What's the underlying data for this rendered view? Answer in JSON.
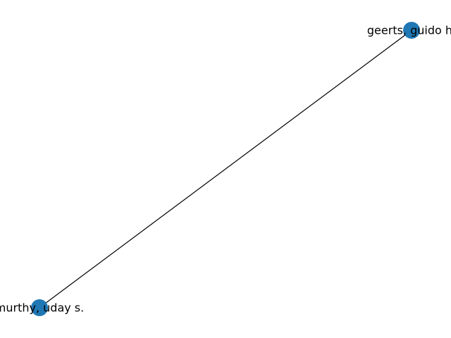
{
  "graph": {
    "nodes": [
      {
        "id": "geerts",
        "label": "geerts, guido h."
      },
      {
        "id": "murthy",
        "label": "murthy, uday s."
      }
    ],
    "edges": [
      {
        "source": "geerts",
        "target": "murthy"
      }
    ],
    "node_color": "#1f77b4",
    "edge_color": "#000000",
    "label_color": "#000000"
  }
}
